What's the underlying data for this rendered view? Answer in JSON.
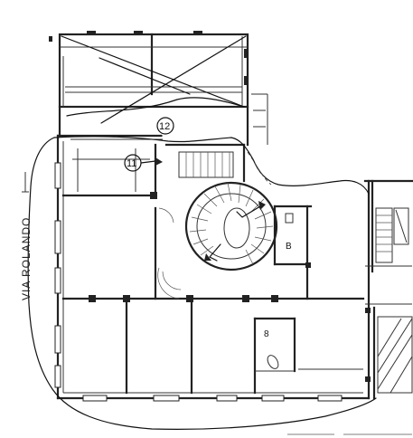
{
  "drawing": {
    "street_name": "VIA ROLANDO",
    "markers": [
      {
        "id": "marker-11",
        "label": "11"
      },
      {
        "id": "marker-12",
        "label": "12"
      }
    ],
    "room_numbers": [
      {
        "id": "room-b",
        "label": "B"
      },
      {
        "id": "room-8",
        "label": "8"
      }
    ]
  }
}
